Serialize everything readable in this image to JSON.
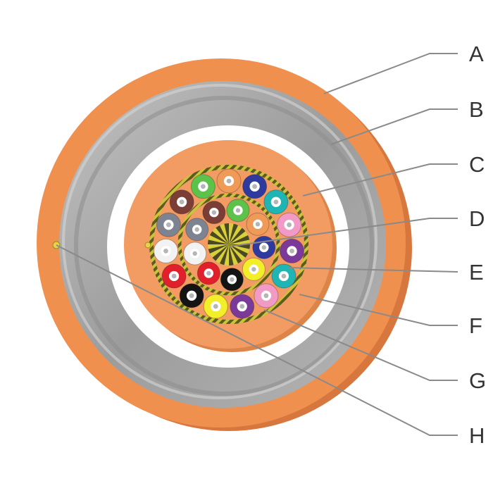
{
  "labels": {
    "a": "A",
    "b": "B",
    "c": "C",
    "d": "D",
    "e": "E",
    "f": "F",
    "g": "G",
    "h": "H"
  },
  "colors": {
    "outer_jacket": "#f0904f",
    "outer_jacket_side": "#d8773d",
    "armor": "#a9a9a9",
    "inner_gap": "#ffffff",
    "inner_jacket": "#f29b63",
    "binder_yarn": "#8a8a2a",
    "central_member": "#9a9a2e",
    "ripcord": "#e8d24a",
    "leader": "#8a8a8a",
    "label_text": "#333333"
  },
  "fiber_colors": {
    "outer_ring": [
      "orange",
      "blue",
      "aqua",
      "rose",
      "violet",
      "aqua",
      "rose",
      "violet",
      "yellow",
      "black",
      "red",
      "white",
      "slate",
      "brown",
      "green"
    ],
    "inner_ring": [
      "green",
      "orange",
      "blue",
      "yellow",
      "black",
      "red",
      "white",
      "slate",
      "brown"
    ]
  },
  "palette": {
    "blue": "#2f3a9e",
    "orange": "#f09a58",
    "green": "#5cc24a",
    "brown": "#7a3e36",
    "slate": "#7d8390",
    "white": "#f2f2f2",
    "red": "#e0202a",
    "black": "#141414",
    "yellow": "#f2ef2a",
    "violet": "#7b3a98",
    "rose": "#f29ac6",
    "aqua": "#1fb5b5"
  }
}
